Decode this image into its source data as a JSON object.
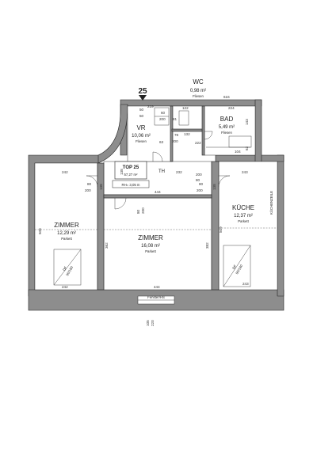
{
  "unit": {
    "number": "25",
    "label": "TOP 25",
    "area": "57,27 m²",
    "height": "RH= 3,05 m"
  },
  "rooms": {
    "wc": {
      "name": "WC",
      "area": "0,98 m²",
      "floor": "Fliesen"
    },
    "bad": {
      "name": "BAD",
      "area": "5,49 m²",
      "floor": "Fliesen"
    },
    "vr": {
      "name": "VR",
      "area": "10,06 m²",
      "floor": "Fliesen"
    },
    "th": {
      "name": "TH"
    },
    "zimmer_left": {
      "name": "ZIMMER",
      "area": "12,29 m²",
      "floor": "Parkett"
    },
    "zimmer_center": {
      "name": "ZIMMER",
      "area": "16,08 m²",
      "floor": "Parkett"
    },
    "kueche": {
      "name": "KÜCHE",
      "area": "12,37 m²",
      "floor": "Parkett",
      "note": "KÜCHENZEILE"
    }
  },
  "dimensions": {
    "wc_width": "122",
    "wc_depth": "81",
    "wc_top": "616",
    "bad_width": "224",
    "bad_side": "143",
    "bad_inner": "104",
    "bad_small": "62",
    "vr_inner_a": "132",
    "vr_inner_b": "222",
    "vr_door_a": "78",
    "vr_door_b": "200",
    "vr_w1": "60",
    "vr_w2": "200",
    "vr_w3": "50",
    "vr_w4": "63",
    "entry_a": "219",
    "entry_b": "50",
    "th_width": "232",
    "zimmer_left_width": "242",
    "kueche_width": "243",
    "total_width": "444",
    "zimmer_left_height": "508",
    "zimmer_center_height": "362",
    "kueche_height": "509",
    "zimmer_center_side": "382",
    "door_a_w": "80",
    "door_a_h": "200",
    "door_b_w": "80",
    "door_b_h": "200",
    "door_c_w": "80",
    "door_c_h": "200",
    "door_mid_w": "80",
    "door_mid_h": "200",
    "jamb_a": "138",
    "jamb_b": "138",
    "jamb_c": "138",
    "window_left": "242",
    "window_center": "444",
    "window_right": "243",
    "window_label": "Fenster/HS",
    "balcony_a": "105",
    "balcony_b": "220"
  },
  "skylights": [
    {
      "label": "DF\n90/180",
      "line1": "DF",
      "line2": "90/180"
    },
    {
      "label": "DF\n90/180",
      "line1": "DF",
      "line2": "90/180"
    }
  ]
}
